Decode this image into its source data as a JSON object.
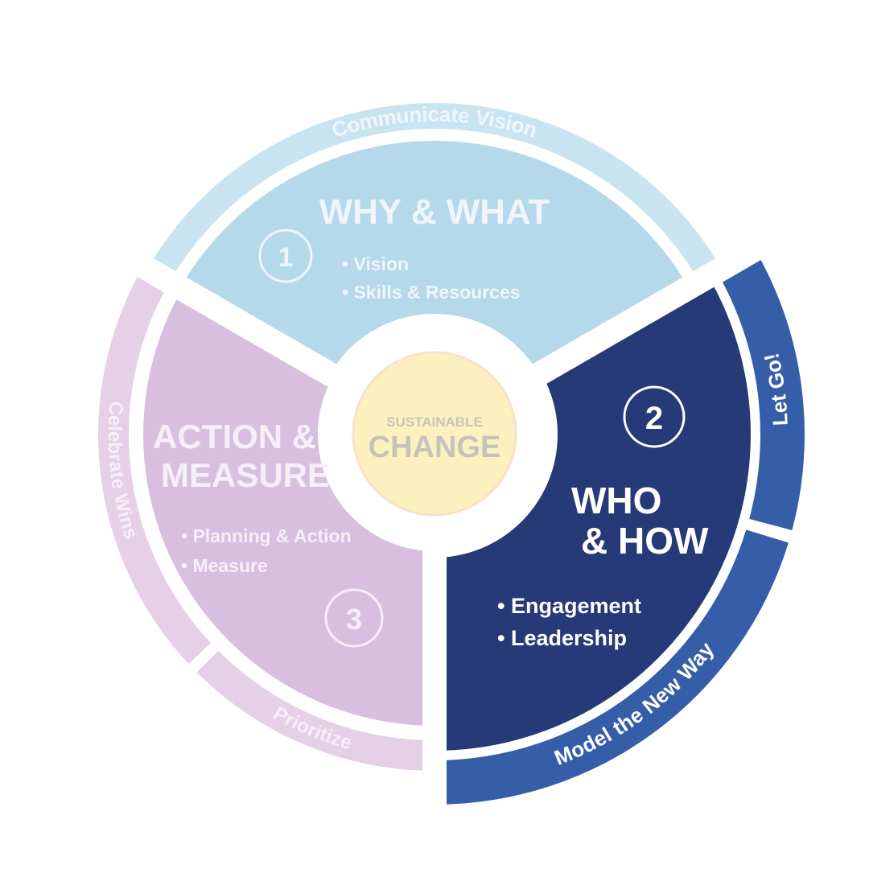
{
  "center": {
    "line1": "SUSTAINABLE",
    "line2": "CHANGE"
  },
  "segments": {
    "why_what": {
      "number": "1",
      "title": "WHY & WHAT",
      "bullets": [
        "• Vision",
        "• Skills & Resources"
      ],
      "ring_label": "Communicate Vision"
    },
    "who_how": {
      "number": "2",
      "title_line1": "WHO",
      "title_line2": "& HOW",
      "bullets": [
        "• Engagement",
        "• Leadership"
      ],
      "ring_labels": [
        "Let Go!",
        "Model the New Way"
      ],
      "highlighted": true
    },
    "action_measure": {
      "number": "3",
      "title_line1": "ACTION &",
      "title_line2": "MEASURE",
      "bullets": [
        "• Planning & Action",
        "• Measure"
      ],
      "ring_labels": [
        "Celebrate Wins",
        "Prioritize"
      ]
    }
  },
  "colors": {
    "why_segment": "#b5d8ea",
    "why_ring": "#c9e4f1",
    "who_segment": "#263a78",
    "who_ring": "#355da8",
    "action_segment": "#d9bfdf",
    "action_ring": "#e6d0e8",
    "center_fill": "#fdf0bf",
    "center_text": "#c6c4b8"
  }
}
